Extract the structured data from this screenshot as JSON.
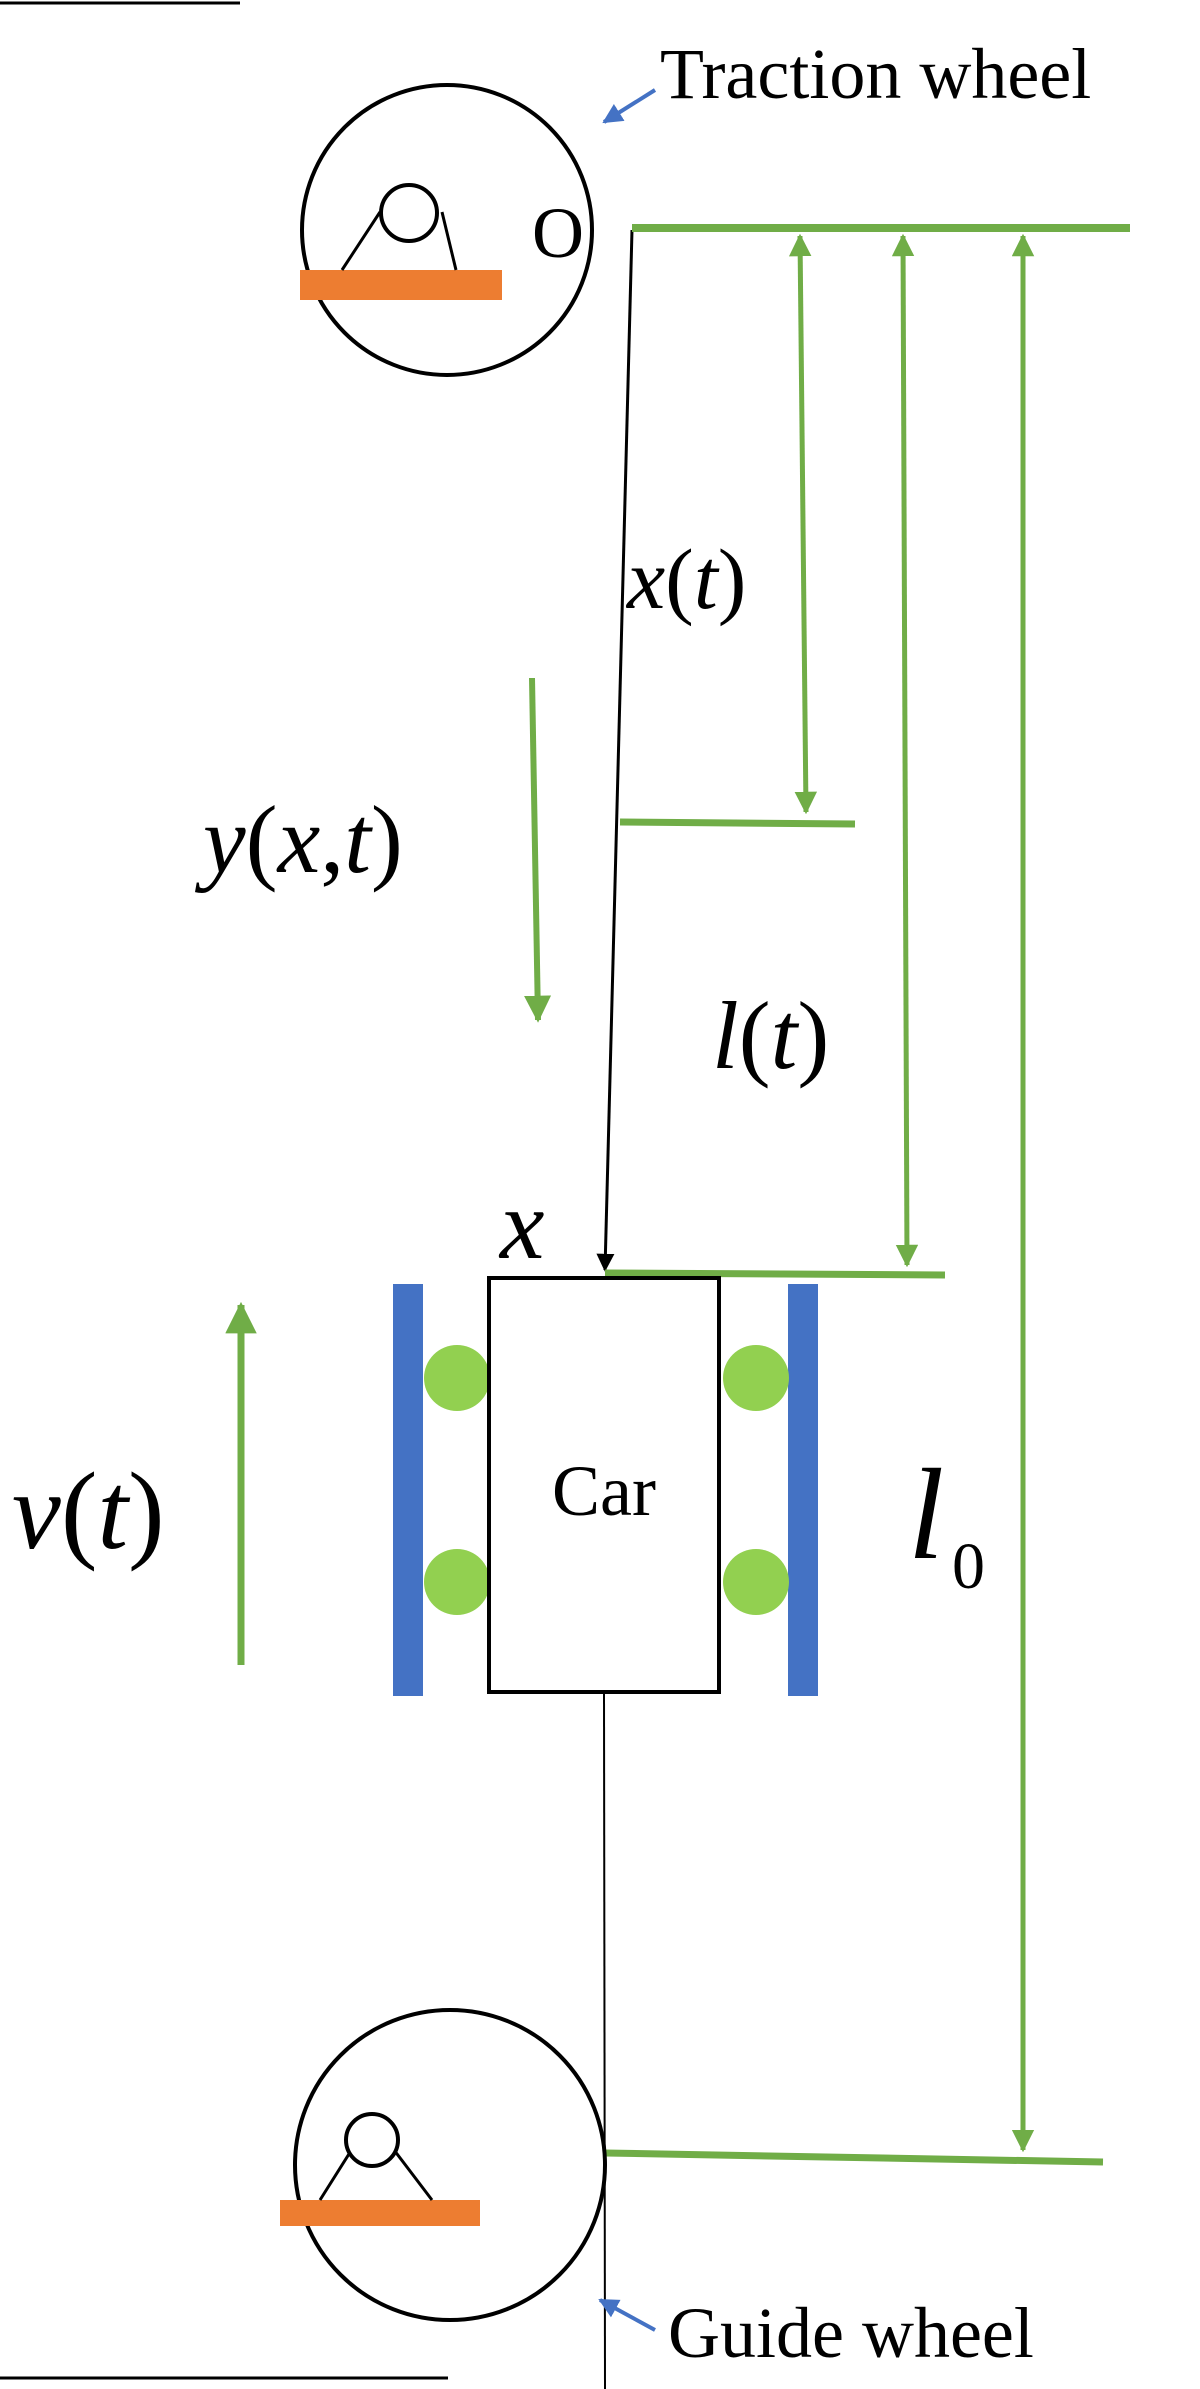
{
  "labels": {
    "traction_wheel": "Traction wheel",
    "guide_wheel": "Guide wheel",
    "origin": "O",
    "car": "Car",
    "x_of_t": {
      "fn": "x",
      "open": "(",
      "arg": "t",
      "close": ")"
    },
    "l_of_t": {
      "fn": "l",
      "open": "(",
      "arg": "t",
      "close": ")"
    },
    "y_of_xt": {
      "fn": "y",
      "open": "(",
      "arg1": "x",
      "sep": ",",
      "arg2": "t",
      "close": ")"
    },
    "v_of_t": {
      "fn": "v",
      "open": "(",
      "arg": "t",
      "close": ")"
    },
    "x_at_car": "x",
    "l0": {
      "base": "l",
      "sub": "0"
    }
  },
  "colors": {
    "green": "#70ad47",
    "light_green": "#92d050",
    "blue": "#4472c4",
    "orange": "#ed7d31",
    "black": "#000000"
  }
}
